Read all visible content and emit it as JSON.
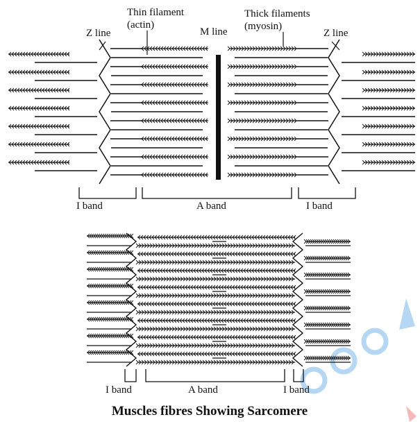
{
  "top_diagram": {
    "label_thin_filament_line1": "Thin filament",
    "label_thin_filament_line2": "(actin)",
    "label_thick_filaments_line1": "Thick filaments",
    "label_thick_filaments_line2": "(myosin)",
    "label_z_line_left": "Z line",
    "label_z_line_right": "Z line",
    "label_m_line": "M line",
    "label_i_band_left": "I band",
    "label_a_band": "A band",
    "label_i_band_right": "I band"
  },
  "bottom_diagram": {
    "label_i_band_left": "I band",
    "label_a_band": "A band",
    "label_i_band_right": "I band"
  },
  "caption": "Muscles fibres Showing Sarcomere",
  "colors": {
    "ink": "#111111",
    "watermark": "#7ab8ea",
    "watermark_accent": "#f08080"
  }
}
